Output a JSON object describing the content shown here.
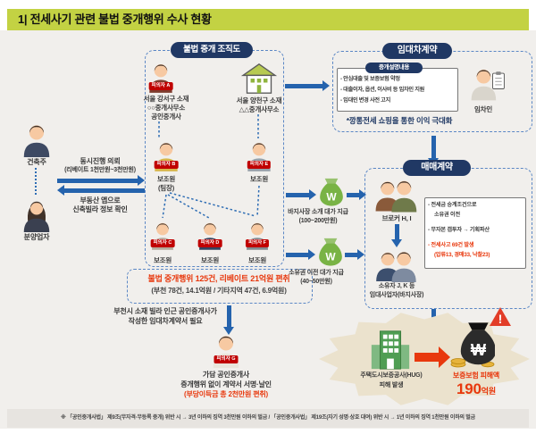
{
  "colors": {
    "title_bg": "#c3d243",
    "navy": "#203864",
    "blue": "#2563ad",
    "red": "#e8380d",
    "badge_red": "#c00000",
    "bg": "#f1efec",
    "starburst": "#ebe2cd"
  },
  "title": "1| 전세사기 관련 불법 중개행위 수사 현황",
  "left_panel": {
    "builder_label": "건축주",
    "seller_label": "분양업자",
    "request_line1": "동시진행 의뢰",
    "request_line2": "(리베이트 1천만원~3천만원)",
    "check_line1": "부동산 앱으로",
    "check_line2": "신축빌라 정보 확인"
  },
  "org_chart": {
    "title": "불법 중개 조직도",
    "suspect_a": {
      "tag": "피의자 A",
      "line1": "서울 강서구 소재",
      "line2": "○○중개사무소",
      "line3": "공인중개사"
    },
    "office_house": {
      "line1": "서울 양천구 소재",
      "line2": "△△중개사무소"
    },
    "suspect_b": {
      "tag": "피의자 B",
      "role": "보조원",
      "role_sub": "(팀장)"
    },
    "suspect_e": {
      "tag": "피의자 E",
      "role": "보조원"
    },
    "suspect_c": {
      "tag": "피의자 C",
      "role": "보조원"
    },
    "suspect_d": {
      "tag": "피의자 D",
      "role": "보조원"
    },
    "suspect_f": {
      "tag": "피의자 F",
      "role": "보조원"
    },
    "stats_main": "불법 중개행위 125건, 리베이트 21억원 편취",
    "stats_sub": "(부천 78건, 14.1억원 / 기타지역 47건, 6.9억원)"
  },
  "accomplice": {
    "note_line1": "부천시 소재 빌라 인근 공인중개사가",
    "note_line2": "작성한 임대차계약서 필요",
    "tag": "피의자 G",
    "line1": "가담 공인중개사",
    "line2": "중개행위 없이 계약서 서명·날인",
    "line3": "(부당이득금 총 2천만원 편취)"
  },
  "lease_contract": {
    "title": "임대차계약",
    "box_title": "중개설명내용",
    "bullet1": "- 안심대출 및 보증보험 약정",
    "bullet2": "- 대출이자, 옵션, 이사비 등 임차인 지원",
    "bullet3": "- 임대인 변경 사전 고지",
    "highlight": "*깡통전세 쇼핑을 통한 이익 극대화",
    "tenant_label": "임차인"
  },
  "sale_contract": {
    "title": "매매계약",
    "broker_label": "브로커 H, I",
    "owner_line1": "소유자 J, K 등",
    "owner_line2": "임대사업자(바지사장)",
    "bullet1a": "- 전세금 승계조건으로",
    "bullet1b": "소유권 이전",
    "bullet2": "- 무자본 갭투자 → 기획파산",
    "bullet3a": "- 전세사고 69건 발생",
    "bullet3b": "(압류13, 경매33, 낙찰23)"
  },
  "payment1": {
    "line1": "바지사장 소개 대가 지급",
    "line2": "(100~200만원)"
  },
  "payment2": {
    "line1": "소유권 이전 대가 지급",
    "line2": "(40~50만원)"
  },
  "damage": {
    "hug_line1": "주택도시보증공사(HUG)",
    "hug_line2": "피해 발생",
    "loss_label": "보증보험 피해액",
    "loss_value": "190",
    "loss_unit": "억원"
  },
  "footnote": "※ 「공인중개사법」 제9조(무자격·무등록 중개) 위반 시 → 3년 이하의 징역 3천만원 이하의 벌금 / 「공인중개사법」 제19조(자기 성명·상호 대여) 위반 시 → 1년 이하의 징역 1천만원 이하의 벌금"
}
